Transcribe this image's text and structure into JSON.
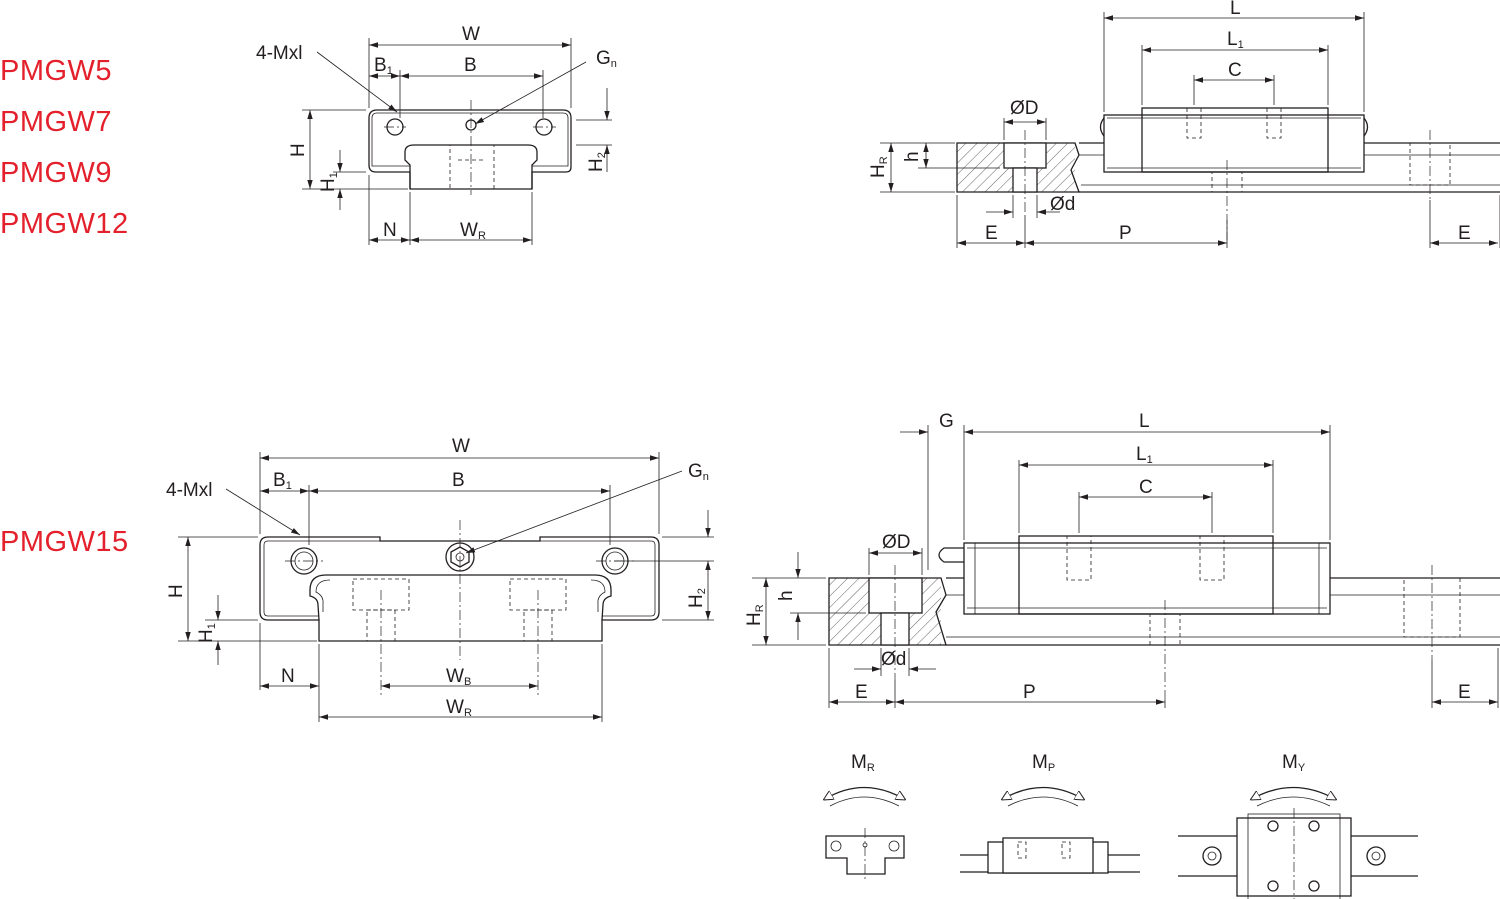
{
  "models": {
    "small": [
      "PMGW5",
      "PMGW7",
      "PMGW9",
      "PMGW12"
    ],
    "large": "PMGW15"
  },
  "dims": {
    "W": "W",
    "B1": "B",
    "B1_sub": "1",
    "B": "B",
    "Gn": "G",
    "Gn_sub": "n",
    "Mxl": "4-Mxl",
    "H": "H",
    "H1": "H",
    "H1_sub": "1",
    "H2": "H",
    "H2_sub": "2",
    "N": "N",
    "WR": "W",
    "WR_sub": "R",
    "WB": "W",
    "WB_sub": "B",
    "L": "L",
    "L1": "L",
    "L1_sub": "1",
    "C": "C",
    "D": "ØD",
    "d": "Ød",
    "h": "h",
    "HR": "H",
    "HR_sub": "R",
    "E": "E",
    "P": "P",
    "G": "G"
  },
  "moments": {
    "MR": "M",
    "MR_sub": "R",
    "MP": "M",
    "MP_sub": "P",
    "MY": "M",
    "MY_sub": "Y"
  },
  "colors": {
    "model_label": "#e3202b",
    "line": "#231f20"
  }
}
